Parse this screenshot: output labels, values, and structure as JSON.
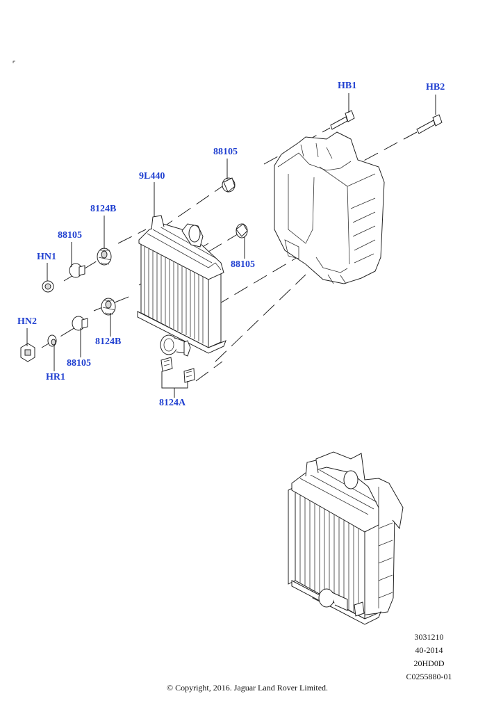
{
  "callouts": {
    "hb1": "HB1",
    "hb2": "HB2",
    "c88105_top": "88105",
    "c9L440": "9L440",
    "c8124B_top": "8124B",
    "c88105_left": "88105",
    "hn1": "HN1",
    "c88105_right": "88105",
    "hn2": "HN2",
    "c8124B_low": "8124B",
    "c88105_low": "88105",
    "hr1": "HR1",
    "c8124A": "8124A"
  },
  "meta": {
    "line1": "3031210",
    "line2": "40-2014",
    "line3": "20HD0D",
    "line4": "C0255880-01"
  },
  "copyright": "© Copyright, 2016. Jaguar Land Rover Limited.",
  "colors": {
    "callout": "#1f3fd0",
    "line": "#222222"
  }
}
